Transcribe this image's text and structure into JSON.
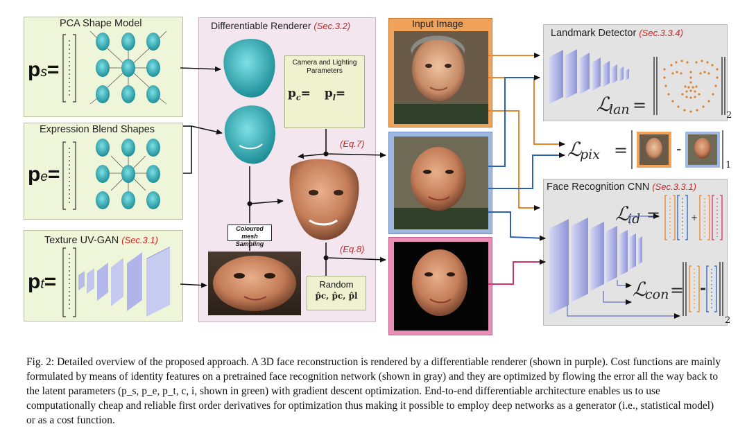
{
  "panels": {
    "pca": {
      "title": "PCA Shape Model",
      "param": "p",
      "sub": "s"
    },
    "expr": {
      "title": "Expression Blend Shapes",
      "param": "p",
      "sub": "e"
    },
    "texture": {
      "title": "Texture UV-GAN",
      "ref": "(Sec.3.1)",
      "param": "p",
      "sub": "t"
    },
    "renderer": {
      "title": "Differentiable Renderer",
      "ref": "(Sec.3.2)"
    },
    "input": {
      "title": "Input Image"
    },
    "landmark": {
      "title": "Landmark Detector",
      "ref": "(Sec.3.3.4)"
    },
    "facerec": {
      "title": "Face Recognition CNN",
      "ref": "(Sec.3.3.1)"
    }
  },
  "camera": {
    "title": "Camera and Lighting Parameters",
    "pc": "p",
    "pc_sub": "c",
    "pl": "p",
    "pl_sub": "l"
  },
  "random": {
    "title": "Random",
    "vars": "p̂c, p̂c, p̂l"
  },
  "tag": {
    "text": "Coloured mesh Sampling"
  },
  "eq7": "(Eq.7)",
  "eq8": "(Eq.8)",
  "losses": {
    "lan": {
      "sym": "ℒ",
      "sub": "lan",
      "norm_sub": "2"
    },
    "pix": {
      "sym": "ℒ",
      "sub": "pix",
      "norm_sub": "1"
    },
    "id": {
      "sym": "ℒ",
      "sub": "id",
      "plus": "+"
    },
    "con": {
      "sym": "ℒ",
      "sub": "con",
      "norm_sub": "2"
    }
  },
  "colors": {
    "orange": "#e8852a",
    "blue": "#2a62b8",
    "pink": "#d4306a",
    "green_panel": "#eef5d8",
    "purple_panel": "#f4e6ee",
    "gray_panel": "#e3e3e3",
    "teal_face": "#35b8c0"
  },
  "caption": {
    "label": "Fig. 2:",
    "text": "Detailed overview of the proposed approach. A 3D face reconstruction is rendered by a differentiable renderer (shown in purple). Cost functions are mainly formulated by means of identity features on a pretrained face recognition network (shown in gray) and they are optimized by flowing the error all the way back to the latent parameters (p_s, p_e, p_t, c, i, shown in green) with gradient descent optimization. End-to-end differentiable architecture enables us to use computationally cheap and reliable first order derivatives for optimization thus making it possible to employ deep networks as a generator (i.e., statistical model) or as a cost function."
  }
}
